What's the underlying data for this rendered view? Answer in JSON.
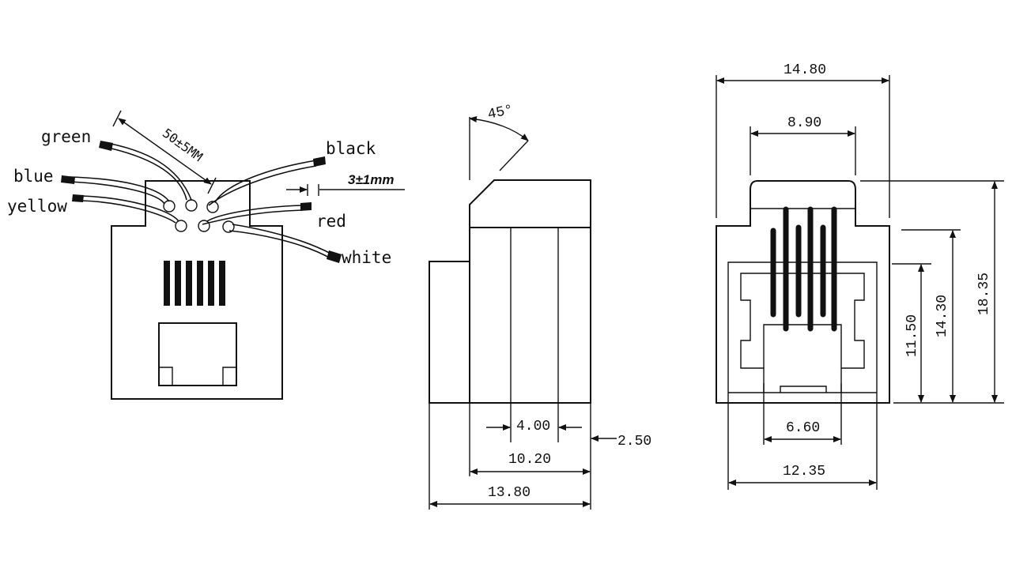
{
  "wires": {
    "green": "green",
    "blue": "blue",
    "yellow": "yellow",
    "black": "black",
    "red": "red",
    "white": "white"
  },
  "dimensions": {
    "wire_length": "50±5MM",
    "strip_length": "3±1mm",
    "chamfer_angle": "45°",
    "side_slot": "4.00",
    "side_offset": "2.50",
    "side_body_depth": "10.20",
    "side_total_depth": "13.80",
    "front_total_width": "14.80",
    "front_top_width": "8.90",
    "front_opening_width": "6.60",
    "front_inner_width": "12.35",
    "front_height_inner": "11.50",
    "front_height_mid": "14.30",
    "front_height_total": "18.35"
  }
}
